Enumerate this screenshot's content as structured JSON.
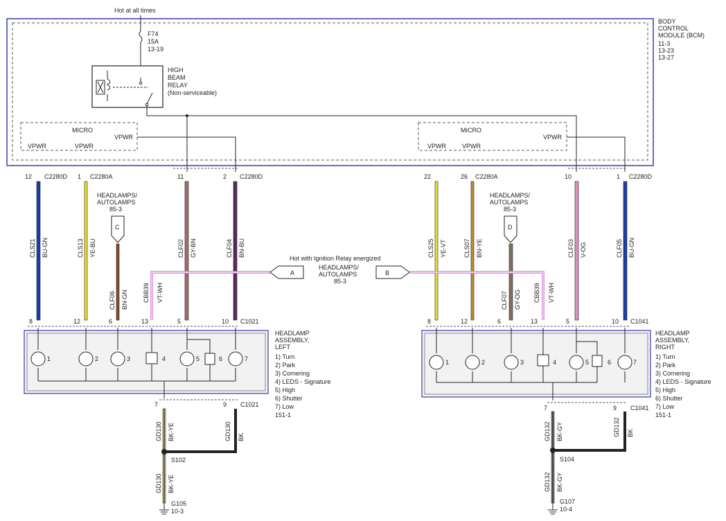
{
  "header": {
    "hot_at_all_times": "Hot at all times"
  },
  "fuse": {
    "name": "F74",
    "rating": "15A",
    "ref": "13-19"
  },
  "relay": {
    "l1": "HIGH",
    "l2": "BEAM",
    "l3": "RELAY",
    "l4": "(Non-serviceable)"
  },
  "bcm": {
    "l1": "BODY",
    "l2": "CONTROL",
    "l3": "MODULE (BCM)",
    "l4": "11-3",
    "l5": "13-23",
    "l6": "13-27"
  },
  "micro": {
    "label": "MICRO",
    "vpwr": "VPWR"
  },
  "ignition_text": "Hot with Ignition Relay energized",
  "headlamp_ref": {
    "l1": "HEADLAMPS/",
    "l2": "AUTOLAMPS",
    "l3": "85-3"
  },
  "connectors": {
    "c2280d": "C2280D",
    "c2280a": "C2280A",
    "c1021": "C1021",
    "c1041": "C1041",
    "a": "A",
    "b": "B",
    "c": "C",
    "d": "D"
  },
  "pins": {
    "left_top": [
      "12",
      "1",
      "11",
      "2"
    ],
    "right_top": [
      "22",
      "26",
      "10",
      "1"
    ],
    "left_bottom": [
      "8",
      "12",
      "6",
      "13",
      "5",
      "10"
    ],
    "right_bottom": [
      "8",
      "12",
      "6",
      "13",
      "5",
      "10"
    ],
    "left_ground": [
      "7",
      "9"
    ],
    "right_ground": [
      "7",
      "9"
    ]
  },
  "wires_left": [
    {
      "circuit": "CLS21",
      "color": "BU-GN",
      "hex": "#1a3fa8"
    },
    {
      "circuit": "CLS13",
      "color": "YE-BU",
      "hex": "#e8e030"
    },
    {
      "circuit": "CLF06",
      "color": "BN-GN",
      "hex": "#8a4a2a"
    },
    {
      "circuit": "CBB39",
      "color": "VT-WH",
      "hex": "#d070d8"
    },
    {
      "circuit": "CLF02",
      "color": "GY-BN",
      "hex": "#a07070"
    },
    {
      "circuit": "CLF04",
      "color": "BN-BU",
      "hex": "#5a2a5a"
    }
  ],
  "wires_right": [
    {
      "circuit": "CLS25",
      "color": "YE-VT",
      "hex": "#e8e030"
    },
    {
      "circuit": "CLS07",
      "color": "BN-YE",
      "hex": "#c08a30"
    },
    {
      "circuit": "CLF07",
      "color": "GY-OG",
      "hex": "#807060"
    },
    {
      "circuit": "CBB39",
      "color": "VT-WH",
      "hex": "#d070d8"
    },
    {
      "circuit": "CLF03",
      "color": "V-OG",
      "hex": "#e090b8"
    },
    {
      "circuit": "CLF05",
      "color": "BU-GN",
      "hex": "#1a3fa8"
    }
  ],
  "assembly_left": {
    "l1": "HEADLAMP",
    "l2": "ASSEMBLY,",
    "l3": "LEFT"
  },
  "assembly_right": {
    "l1": "HEADLAMP",
    "l2": "ASSEMBLY,",
    "l3": "RIGHT"
  },
  "lamp_list": [
    "1) Turn",
    "2) Park",
    "3) Cornering",
    "4) LEDS - Signature",
    "5) High",
    "6) Shutter",
    "7) Low",
    "151-1"
  ],
  "lamp_nums": [
    "1",
    "2",
    "3",
    "4",
    "5",
    "6",
    "7"
  ],
  "ground_left": {
    "circuit": "GD130",
    "color1": "BK-YE",
    "color2": "BK",
    "splice": "S102",
    "ground": "G105",
    "ground_ref": "10-3"
  },
  "ground_right": {
    "circuit": "GD132",
    "color1": "BK-GY",
    "color2": "BK",
    "splice": "S104",
    "ground": "G107",
    "ground_ref": "10-4"
  },
  "colors": {
    "bcm_border": "#3a3ab0",
    "assembly_fill": "#f2f2f2"
  }
}
